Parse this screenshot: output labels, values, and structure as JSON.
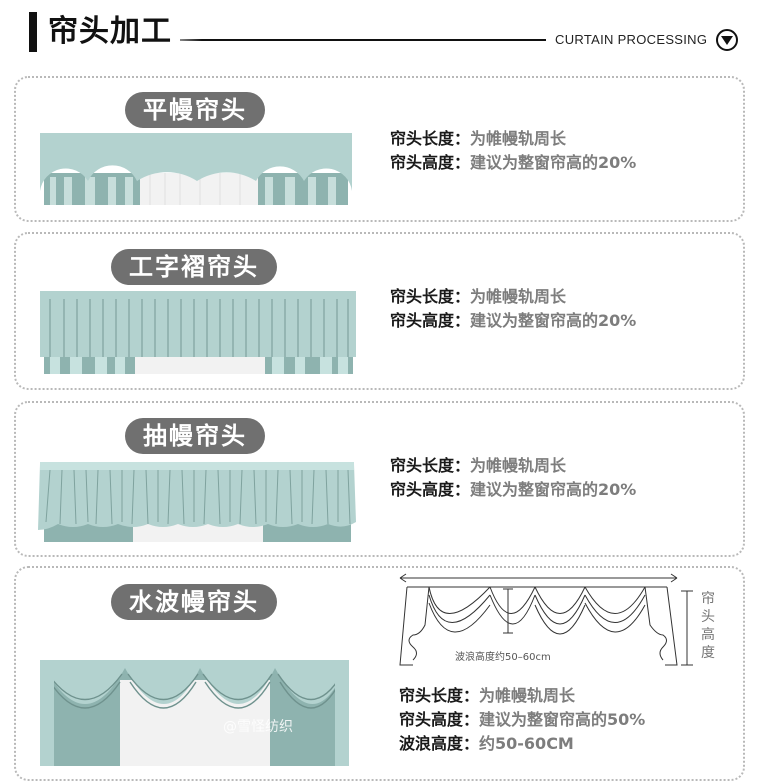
{
  "header": {
    "title": "帘头加工",
    "subtitle_en": "CURTAIN PROCESSING",
    "icon": "down-triangle-circle-icon"
  },
  "colors": {
    "fabric": "#b3d2cf",
    "pill_bg": "#707070",
    "label_text": "#1a1a1a",
    "value_text": "#7d7d7d",
    "card_border": "#b9b9b9"
  },
  "sections": [
    {
      "name": "平幔帘头",
      "specs": [
        {
          "label": "帘头长度：",
          "value": "为帷幔轨周长"
        },
        {
          "label": "帘头高度：",
          "value": "建议为整窗帘高的20%"
        }
      ]
    },
    {
      "name": "工字褶帘头",
      "specs": [
        {
          "label": "帘头长度：",
          "value": "为帷幔轨周长"
        },
        {
          "label": "帘头高度：",
          "value": "建议为整窗帘高的20%"
        }
      ]
    },
    {
      "name": "抽幔帘头",
      "specs": [
        {
          "label": "帘头长度：",
          "value": "为帷幔轨周长"
        },
        {
          "label": "帘头高度：",
          "value": "建议为整窗帘高的20%"
        }
      ]
    },
    {
      "name": "水波幔帘头",
      "specs": [
        {
          "label": "帘头长度：",
          "value": "为帷幔轨周长"
        },
        {
          "label": "帘头高度：",
          "value": "建议为整窗帘高的50%"
        },
        {
          "label": "波浪高度：",
          "value": "约50-60CM"
        }
      ],
      "diagram": {
        "wave_note": "波浪高度约50–60cm",
        "vertical_label": "帘头高度"
      },
      "watermark": "@雪怪纺织"
    }
  ]
}
